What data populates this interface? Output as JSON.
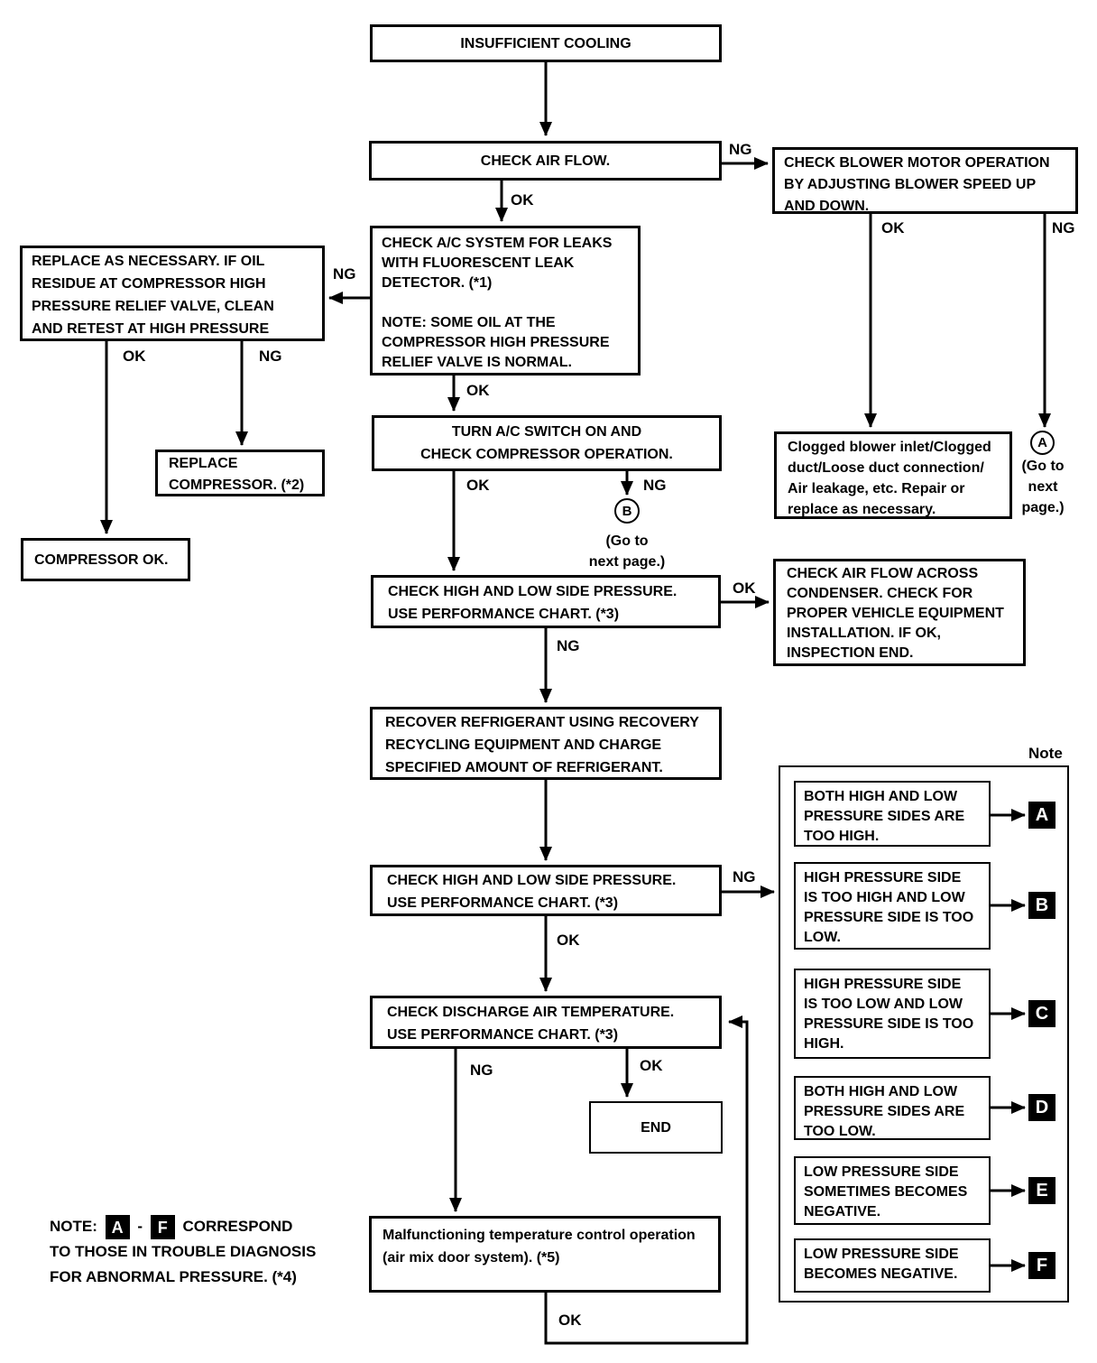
{
  "labels": {
    "ok": "OK",
    "ng": "NG"
  },
  "nodes": {
    "insufficient_cooling": "INSUFFICIENT COOLING",
    "check_air_flow": "CHECK AIR FLOW.",
    "check_blower_motor": "CHECK BLOWER MOTOR OPERATION\nBY ADJUSTING BLOWER SPEED UP\nAND DOWN.",
    "replace_as_necessary": "REPLACE AS NECESSARY. IF OIL\nRESIDUE AT COMPRESSOR HIGH\nPRESSURE RELIEF VALVE, CLEAN\nAND RETEST AT HIGH PRESSURE",
    "check_ac_leaks": "CHECK A/C SYSTEM FOR LEAKS\nWITH FLUORESCENT LEAK\nDETECTOR. (*1)\n\nNOTE: SOME OIL AT THE\nCOMPRESSOR HIGH PRESSURE\nRELIEF VALVE IS NORMAL.",
    "turn_ac_switch": "TURN A/C SWITCH ON AND\nCHECK COMPRESSOR OPERATION.",
    "replace_compressor": "REPLACE\nCOMPRESSOR. (*2)",
    "compressor_ok": "COMPRESSOR OK.",
    "clogged_blower": "Clogged blower inlet/Clogged\nduct/Loose duct connection/\nAir leakage, etc. Repair or\nreplace as necessary.",
    "check_pressure_1": "CHECK HIGH AND LOW SIDE PRESSURE.\nUSE PERFORMANCE CHART. (*3)",
    "check_condenser": "CHECK AIR FLOW ACROSS\nCONDENSER. CHECK FOR\nPROPER VEHICLE EQUIPMENT\nINSTALLATION. IF OK,\nINSPECTION END.",
    "recover_refrigerant": "RECOVER REFRIGERANT USING RECOVERY\nRECYCLING EQUIPMENT AND CHARGE\nSPECIFIED AMOUNT OF REFRIGERANT.",
    "check_pressure_2": "CHECK HIGH AND LOW SIDE PRESSURE.\nUSE PERFORMANCE CHART. (*3)",
    "check_discharge": "CHECK DISCHARGE AIR TEMPERATURE.\nUSE PERFORMANCE CHART. (*3)",
    "end": "END",
    "malfunctioning": "Malfunctioning temperature control operation\n(air mix door system). (*5)"
  },
  "connectors": {
    "circle_a": {
      "letter": "A",
      "caption": "(Go to\nnext\npage.)"
    },
    "circle_b": {
      "letter": "B",
      "caption": "(Go to\nnext page.)"
    }
  },
  "note_panel": {
    "title": "Note",
    "items": [
      {
        "key": "A",
        "text": "BOTH HIGH AND LOW\nPRESSURE SIDES ARE\nTOO HIGH."
      },
      {
        "key": "B",
        "text": "HIGH PRESSURE SIDE\nIS TOO HIGH AND LOW\nPRESSURE SIDE IS TOO\nLOW."
      },
      {
        "key": "C",
        "text": "HIGH PRESSURE SIDE\nIS TOO LOW AND LOW\nPRESSURE SIDE IS TOO\nHIGH."
      },
      {
        "key": "D",
        "text": "BOTH HIGH AND LOW\nPRESSURE SIDES ARE\nTOO LOW."
      },
      {
        "key": "E",
        "text": "LOW PRESSURE SIDE\nSOMETIMES BECOMES\nNEGATIVE."
      },
      {
        "key": "F",
        "text": "LOW PRESSURE SIDE\nBECOMES NEGATIVE."
      }
    ]
  },
  "bottom_note": {
    "prefix": "NOTE:",
    "badge_start": "A",
    "dash": "-",
    "badge_end": "F",
    "line1_suffix": "CORRESPOND",
    "line2": "TO THOSE IN TROUBLE DIAGNOSIS",
    "line3": "FOR ABNORMAL PRESSURE. (*4)"
  }
}
